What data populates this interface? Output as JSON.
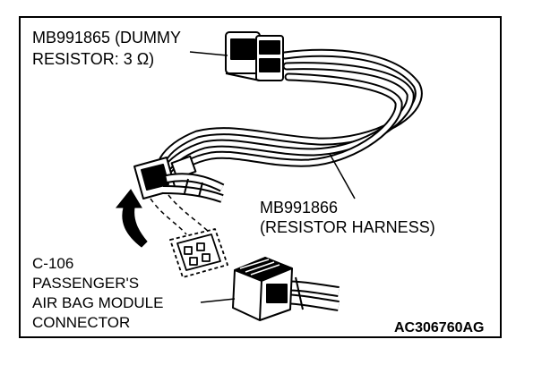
{
  "labels": {
    "dummy_resistor_line1": "MB991865 (DUMMY",
    "dummy_resistor_line2": "RESISTOR: 3 Ω)",
    "resistor_harness_line1": "MB991866",
    "resistor_harness_line2": "(RESISTOR HARNESS)",
    "connector_line1": "C-106",
    "connector_line2": "PASSENGER'S",
    "connector_line3": "AIR BAG MODULE",
    "connector_line4": "CONNECTOR",
    "figure_code": "AC306760AG"
  }
}
